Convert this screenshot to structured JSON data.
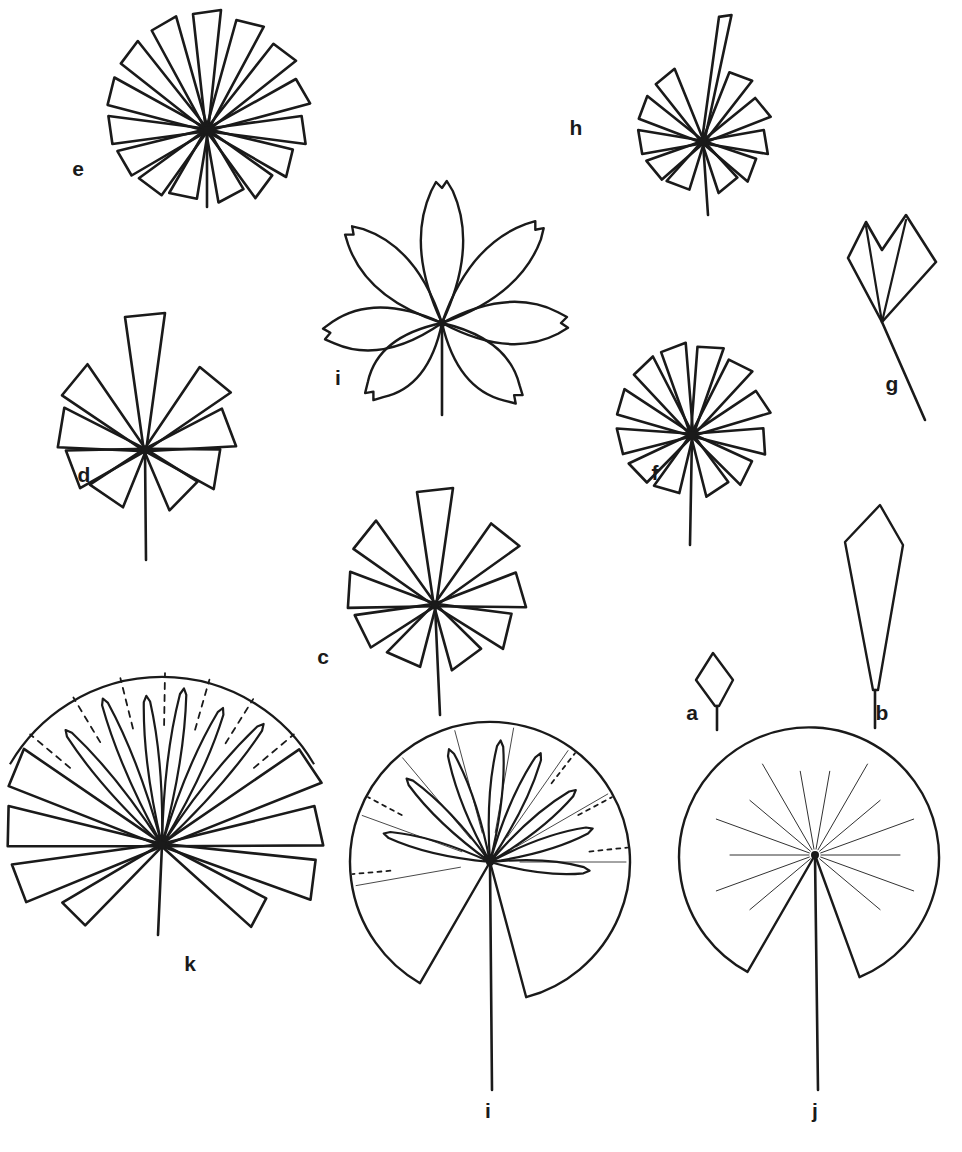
{
  "diagram": {
    "labels": [
      "h",
      "e",
      "i",
      "g",
      "d",
      "f",
      "c",
      "a",
      "b",
      "k",
      "i",
      "j"
    ]
  }
}
